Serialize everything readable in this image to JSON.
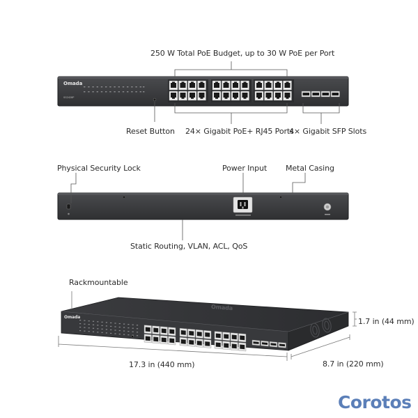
{
  "front_view": {
    "poe_budget_label": "250 W Total PoE Budget, up to 30 W PoE per Port",
    "reset_label": "Reset Button",
    "rj45_label": "24× Gigabit PoE+ RJ45 Ports",
    "sfp_label": "4× Gigabit SFP Slots",
    "brand": "Omada",
    "model": "SG2428P"
  },
  "rear_view": {
    "lock_label": "Physical Security Lock",
    "power_label": "Power Input",
    "casing_label": "Metal Casing",
    "features_label": "Static Routing, VLAN, ACL, QoS"
  },
  "iso_view": {
    "rack_label": "Rackmountable",
    "height_label": "1.7 in (44 mm)",
    "width_label": "17.3 in (440 mm)",
    "depth_label": "8.7 in (220 mm)",
    "brand": "Omada",
    "top_brand": "Omada"
  },
  "watermark": "Corotos",
  "colors": {
    "chassis": "#3a3b3d",
    "chassis_dark": "#2a2b2d",
    "port_face": "#e9e9e9",
    "leader_line": "#555555",
    "watermark": "#5b7fb8"
  }
}
